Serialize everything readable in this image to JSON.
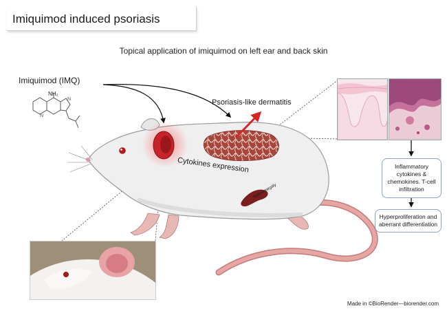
{
  "title": "Imiquimod induced psoriasis",
  "subtitle": "Topical application of imiquimod on left ear and back skin",
  "drug_label": "Imiquimod (IMQ)",
  "nh2_label": "NH₂",
  "psoriasis_label": "Psoriasis-like dermatitis",
  "cytokines_label": "Cytokines expression",
  "spleen_label": "Splenomegaly",
  "box_inflammatory": "Inflammatory cytokines & chemokines. T-cell infiltration",
  "box_hyperproliferation": "Hyperproliferation and aberrant differentiation",
  "credit": "Made in ©BioRender—biorender.com",
  "colors": {
    "mouse_body": "#efeff0",
    "mouse_outline": "#9a9a9a",
    "ear_red": "#c8222a",
    "skin_lesion": "#a8453b",
    "tail": "#d88c8a",
    "arrow_red": "#d42424",
    "box_border": "#8aa3c9"
  }
}
